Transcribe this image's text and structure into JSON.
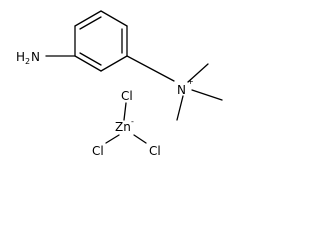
{
  "molecule": {
    "amine": {
      "element": "H",
      "subscript": "2",
      "suffix": "N"
    },
    "ammonium": {
      "element": "N",
      "charge": "+"
    },
    "metal": {
      "element": "Zn",
      "charge": "-"
    },
    "ligands": [
      "Cl",
      "Cl",
      "Cl"
    ]
  }
}
